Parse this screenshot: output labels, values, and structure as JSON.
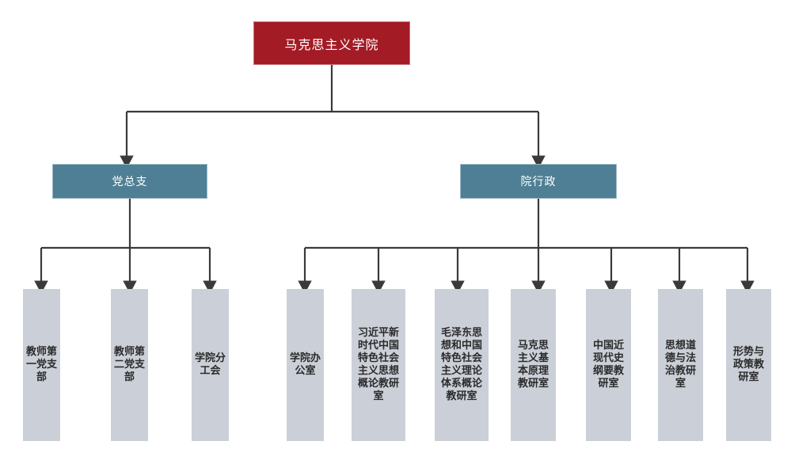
{
  "diagram": {
    "title_text": "马克思主义学院",
    "colors": {
      "root_fill": "#A31B25",
      "branch_fill": "#4F7F94",
      "leaf_fill": "#CBD0D8",
      "connector": "#3A3A3A",
      "root_text": "#FFFFFF",
      "branch_text": "#FFFFFF",
      "leaf_text": "#2B2B2B",
      "background": "#FFFFFF"
    },
    "root": {
      "label": "马克思主义学院"
    },
    "branches": [
      {
        "label": "党总支"
      },
      {
        "label": "院行政"
      }
    ],
    "party_units": [
      {
        "label": "教师第一党支部"
      },
      {
        "label": "教师第二党支部"
      },
      {
        "label": "学院分工会"
      }
    ],
    "admin_units": [
      {
        "label": "学院办公室"
      },
      {
        "label": "习近平新时代中国特色社会主义思想概论教研室"
      },
      {
        "label": "毛泽东思想和中国特色社会主义理论体系概论教研室"
      },
      {
        "label": "马克思主义基本原理教研室"
      },
      {
        "label": "中国近现代史纲要教研室"
      },
      {
        "label": "思想道德与法治教研室"
      },
      {
        "label": "形势与政策教研室"
      }
    ]
  }
}
